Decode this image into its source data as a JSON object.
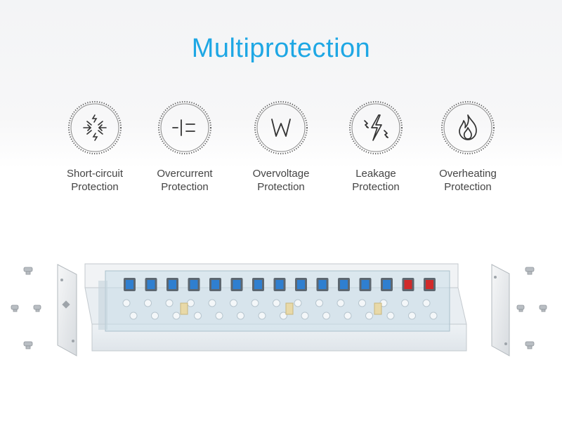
{
  "title": "Multiprotection",
  "features": [
    {
      "line1": "Short-circuit",
      "line2": "Protection",
      "icon": "short-circuit-icon"
    },
    {
      "line1": "Overcurrent",
      "line2": "Protection",
      "icon": "overcurrent-icon"
    },
    {
      "line1": "Overvoltage",
      "line2": "Protection",
      "icon": "overvoltage-icon"
    },
    {
      "line1": "Leakage",
      "line2": "Protection",
      "icon": "leakage-icon"
    },
    {
      "line1": "Overheating",
      "line2": "Protection",
      "icon": "overheating-icon"
    }
  ],
  "colors": {
    "accent": "#1ea7e4",
    "usb_blue": "#2f7fd0",
    "usb_red": "#d12a2a",
    "icon_stroke": "#333333"
  },
  "product": {
    "usb_ports_blue": 13,
    "usb_ports_red": 2
  }
}
